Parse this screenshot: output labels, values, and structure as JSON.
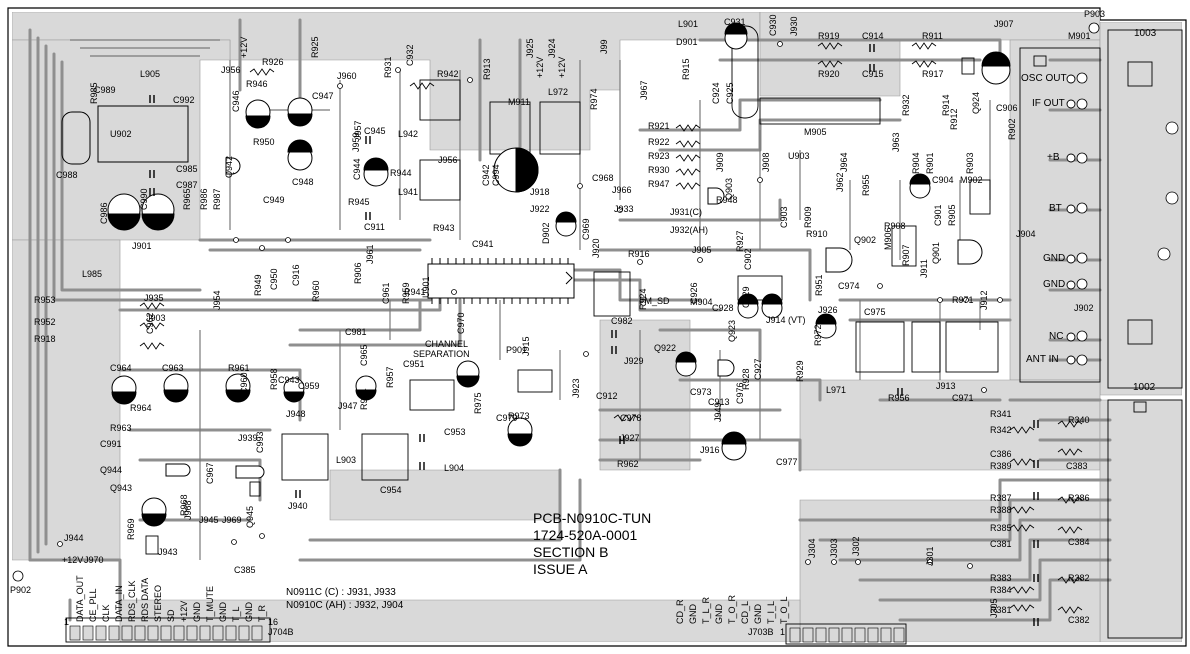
{
  "pcb": {
    "info": [
      "PCB-N0910C-TUN",
      "1724-520A-0001",
      "SECTION B",
      "ISSUE A"
    ],
    "notes": [
      "N0911C (C) : J931, J933",
      "N0910C (AH) : J932, J904"
    ],
    "fiducials": [
      "P903",
      "P902"
    ],
    "edge_connectors": {
      "top_right": "1003",
      "right": "1002"
    },
    "ports": [
      "OSC OUT",
      "IF OUT",
      "+B",
      "BT",
      "GND",
      "GND",
      "NC",
      "ANT IN"
    ],
    "j704b": {
      "name": "J704B",
      "pin1": "1",
      "pin16": "16",
      "pins": [
        "DATA_OUT",
        "CE_PLL",
        "CLK",
        "DATA_IN",
        "RDS_CLK",
        "RDS DATA",
        "STEREO",
        "SD",
        "+12V",
        "GND",
        "T_MUTE",
        "GND",
        "T_L",
        "GND",
        "T_R"
      ]
    },
    "j703b": {
      "name": "J703B",
      "pin1": "1",
      "pins": [
        "CD_R",
        "GND",
        "T_L_R",
        "GND",
        "T_O_R",
        "CD_L",
        "GND",
        "T_I_L",
        "T_O_L"
      ]
    },
    "labels": [
      [
        "J956",
        "h"
      ],
      [
        "+12V",
        "v"
      ],
      [
        "R926",
        "h"
      ],
      [
        "R925",
        "v"
      ],
      [
        "R946",
        "h"
      ],
      [
        "C946",
        "v"
      ],
      [
        "C947",
        "h"
      ],
      [
        "J960",
        "h"
      ],
      [
        "R931",
        "v"
      ],
      [
        "C932",
        "v"
      ],
      [
        "R942",
        "h"
      ],
      [
        "R913",
        "v"
      ],
      [
        "J925",
        "v"
      ],
      [
        "+12V",
        "v"
      ],
      [
        "J924",
        "v"
      ],
      [
        "+12V",
        "v"
      ],
      [
        "J99",
        "v"
      ],
      [
        "L901",
        "h"
      ],
      [
        "D901",
        "h"
      ],
      [
        "C931",
        "h"
      ],
      [
        "C930",
        "v"
      ],
      [
        "J930",
        "v"
      ],
      [
        "R919",
        "h"
      ],
      [
        "C914",
        "h"
      ],
      [
        "R911",
        "h"
      ],
      [
        "J907",
        "h"
      ],
      [
        "M901",
        "h"
      ],
      [
        "L905",
        "h"
      ],
      [
        "C989",
        "h"
      ],
      [
        "C992",
        "h"
      ],
      [
        "U902",
        "h"
      ],
      [
        "R985",
        "v"
      ],
      [
        "C985",
        "h"
      ],
      [
        "C988",
        "h"
      ],
      [
        "C987",
        "h"
      ],
      [
        "C986",
        "v"
      ],
      [
        "C990",
        "v"
      ],
      [
        "R965",
        "v"
      ],
      [
        "R986",
        "v"
      ],
      [
        "R987",
        "v"
      ],
      [
        "J901",
        "h"
      ],
      [
        "L985",
        "h"
      ],
      [
        "R950",
        "h"
      ],
      [
        "C948",
        "h"
      ],
      [
        "Q942",
        "v"
      ],
      [
        "C949",
        "h"
      ],
      [
        "J957",
        "v"
      ],
      [
        "J959",
        "v"
      ],
      [
        "C945",
        "h"
      ],
      [
        "L942",
        "h"
      ],
      [
        "C944",
        "v"
      ],
      [
        "R944",
        "h"
      ],
      [
        "R945",
        "h"
      ],
      [
        "C911",
        "h"
      ],
      [
        "J956",
        "h"
      ],
      [
        "L941",
        "h"
      ],
      [
        "R943",
        "h"
      ],
      [
        "C942",
        "v"
      ],
      [
        "C994",
        "v"
      ],
      [
        "M911",
        "h"
      ],
      [
        "L972",
        "h"
      ],
      [
        "J918",
        "h"
      ],
      [
        "C968",
        "h"
      ],
      [
        "J922",
        "h"
      ],
      [
        "J933",
        "h"
      ],
      [
        "J966",
        "h"
      ],
      [
        "C941",
        "h"
      ],
      [
        "D902",
        "v"
      ],
      [
        "C969",
        "v"
      ],
      [
        "J920",
        "v"
      ],
      [
        "R974",
        "v"
      ],
      [
        "R915",
        "v"
      ],
      [
        "C924",
        "v"
      ],
      [
        "C925",
        "v"
      ],
      [
        "J967",
        "v"
      ],
      [
        "R921",
        "h"
      ],
      [
        "R922",
        "h"
      ],
      [
        "R923",
        "h"
      ],
      [
        "R930",
        "h"
      ],
      [
        "R947",
        "h"
      ],
      [
        "J909",
        "v"
      ],
      [
        "J908",
        "v"
      ],
      [
        "R948",
        "h"
      ],
      [
        "Q903",
        "v"
      ],
      [
        "J931(C)",
        "h"
      ],
      [
        "J932(AH)",
        "h"
      ],
      [
        "M905",
        "h"
      ],
      [
        "U903",
        "h"
      ],
      [
        "R920",
        "h"
      ],
      [
        "C915",
        "h"
      ],
      [
        "R917",
        "h"
      ],
      [
        "R932",
        "v"
      ],
      [
        "R914",
        "v"
      ],
      [
        "Q924",
        "v"
      ],
      [
        "R912",
        "v"
      ],
      [
        "C906",
        "h"
      ],
      [
        "R902",
        "v"
      ],
      [
        "J963",
        "v"
      ],
      [
        "J964",
        "v"
      ],
      [
        "R904",
        "v"
      ],
      [
        "R901",
        "v"
      ],
      [
        "C904",
        "h"
      ],
      [
        "R903",
        "v"
      ],
      [
        "M902",
        "h"
      ],
      [
        "R955",
        "v"
      ],
      [
        "J962",
        "v"
      ],
      [
        "C903",
        "v"
      ],
      [
        "R909",
        "v"
      ],
      [
        "C901",
        "v"
      ],
      [
        "R905",
        "v"
      ],
      [
        "R910",
        "h"
      ],
      [
        "Q902",
        "h"
      ],
      [
        "R908",
        "h"
      ],
      [
        "R907",
        "v"
      ],
      [
        "M906",
        "v"
      ],
      [
        "Q901",
        "v"
      ],
      [
        "J911",
        "v"
      ],
      [
        "J904",
        "h"
      ],
      [
        "J905",
        "h"
      ],
      [
        "J961",
        "v"
      ],
      [
        "R906",
        "v"
      ],
      [
        "U901",
        "v"
      ],
      [
        "R916",
        "h"
      ],
      [
        "R927",
        "v"
      ],
      [
        "M904",
        "h"
      ],
      [
        "C902",
        "v"
      ],
      [
        "R951",
        "v"
      ],
      [
        "C950",
        "v"
      ],
      [
        "C916",
        "v"
      ],
      [
        "J954",
        "v"
      ],
      [
        "R949",
        "v"
      ],
      [
        "R960",
        "v"
      ],
      [
        "C961",
        "v"
      ],
      [
        "R959",
        "v"
      ],
      [
        "R941",
        "h"
      ],
      [
        "FM_SD",
        "h"
      ],
      [
        "R924",
        "v"
      ],
      [
        "C926",
        "v"
      ],
      [
        "C928",
        "h"
      ],
      [
        "C929",
        "v"
      ],
      [
        "J914 (VT)",
        "h"
      ],
      [
        "C974",
        "h"
      ],
      [
        "J926",
        "h"
      ],
      [
        "R971",
        "h"
      ],
      [
        "J912",
        "v"
      ],
      [
        "J902",
        "h"
      ],
      [
        "R953",
        "h"
      ],
      [
        "J935",
        "h"
      ],
      [
        "R952",
        "h"
      ],
      [
        "J903",
        "h"
      ],
      [
        "R918",
        "h"
      ],
      [
        "C962",
        "v"
      ],
      [
        "C981",
        "h"
      ],
      [
        "C982",
        "h"
      ],
      [
        "J929",
        "h"
      ],
      [
        "Q922",
        "h"
      ],
      [
        "Q923",
        "v"
      ],
      [
        "C927",
        "v"
      ],
      [
        "C973",
        "h"
      ],
      [
        "C975",
        "h"
      ],
      [
        "R972",
        "v"
      ],
      [
        "L971",
        "h"
      ],
      [
        "J913",
        "h"
      ],
      [
        "C971",
        "h"
      ],
      [
        "R956",
        "h"
      ],
      [
        "CHANNEL",
        "h"
      ],
      [
        "SEPARATION",
        "h"
      ],
      [
        "C951",
        "h"
      ],
      [
        "C970",
        "v"
      ],
      [
        "P901",
        "h"
      ],
      [
        "J915",
        "v"
      ],
      [
        "J923",
        "v"
      ],
      [
        "C912",
        "h"
      ],
      [
        "C913",
        "h"
      ],
      [
        "R928",
        "v"
      ],
      [
        "R929",
        "v"
      ],
      [
        "J949",
        "v"
      ],
      [
        "C943",
        "h"
      ],
      [
        "C964",
        "h"
      ],
      [
        "C963",
        "h"
      ],
      [
        "R961",
        "h"
      ],
      [
        "C960",
        "v"
      ],
      [
        "R958",
        "v"
      ],
      [
        "C959",
        "h"
      ],
      [
        "C965",
        "v"
      ],
      [
        "R957",
        "v"
      ],
      [
        "J947",
        "h"
      ],
      [
        "J948",
        "h"
      ],
      [
        "R954",
        "v"
      ],
      [
        "R975",
        "v"
      ],
      [
        "C979",
        "h"
      ],
      [
        "R973",
        "h"
      ],
      [
        "C978",
        "h"
      ],
      [
        "J927",
        "h"
      ],
      [
        "C976",
        "v"
      ],
      [
        "C977",
        "h"
      ],
      [
        "J916",
        "h"
      ],
      [
        "R962",
        "h"
      ],
      [
        "R964",
        "h"
      ],
      [
        "R963",
        "h"
      ],
      [
        "J939",
        "h"
      ],
      [
        "C991",
        "h"
      ],
      [
        "C953",
        "h"
      ],
      [
        "L904",
        "h"
      ],
      [
        "C993",
        "v"
      ],
      [
        "L903",
        "h"
      ],
      [
        "C954",
        "h"
      ],
      [
        "J940",
        "h"
      ],
      [
        "Q944",
        "h"
      ],
      [
        "Q943",
        "h"
      ],
      [
        "C967",
        "v"
      ],
      [
        "R969",
        "v"
      ],
      [
        "J968",
        "v"
      ],
      [
        "R968",
        "v"
      ],
      [
        "J945",
        "h"
      ],
      [
        "J969",
        "h"
      ],
      [
        "Q945",
        "v"
      ],
      [
        "J943",
        "h"
      ],
      [
        "J944",
        "h"
      ],
      [
        "+12V",
        "h"
      ],
      [
        "J970",
        "h"
      ],
      [
        "C385",
        "h"
      ],
      [
        "R341",
        "h"
      ],
      [
        "R340",
        "h"
      ],
      [
        "R342",
        "h"
      ],
      [
        "C386",
        "h"
      ],
      [
        "R389",
        "h"
      ],
      [
        "C383",
        "h"
      ],
      [
        "R387",
        "h"
      ],
      [
        "R386",
        "h"
      ],
      [
        "R388",
        "h"
      ],
      [
        "R385",
        "h"
      ],
      [
        "C384",
        "h"
      ],
      [
        "C381",
        "h"
      ],
      [
        "R383",
        "h"
      ],
      [
        "R382",
        "h"
      ],
      [
        "R384",
        "h"
      ],
      [
        "R381",
        "h"
      ],
      [
        "C382",
        "h"
      ],
      [
        "J305",
        "v"
      ],
      [
        "J304",
        "v"
      ],
      [
        "J303",
        "v"
      ],
      [
        "J302",
        "v"
      ],
      [
        "J301",
        "v"
      ]
    ]
  }
}
